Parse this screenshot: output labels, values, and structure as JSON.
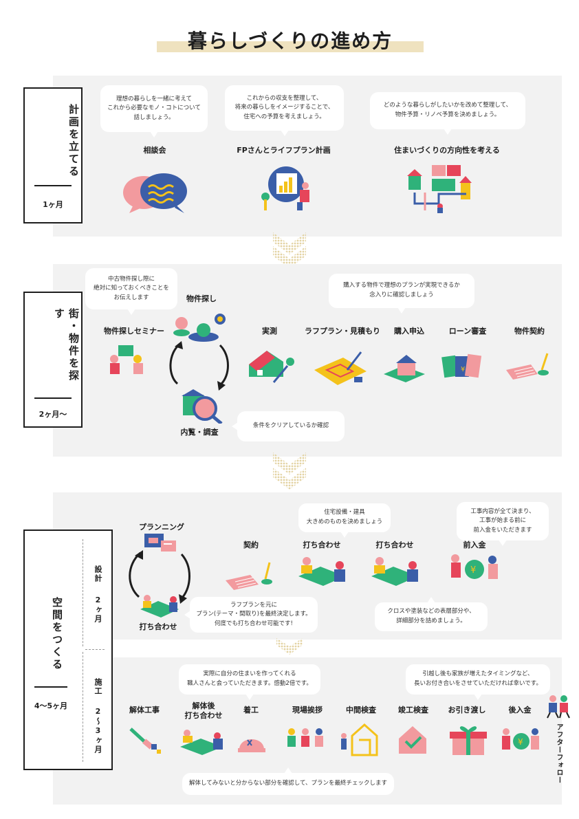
{
  "title": "暮らしづくりの進め方",
  "stages": {
    "plan": {
      "name": "計画を立てる",
      "duration": "1ヶ月",
      "steps": [
        {
          "label": "相談会",
          "bubble": "理想の暮らしを一緒に考えて\nこれから必要なモノ・コトについて\n話しましょう。"
        },
        {
          "label": "FPさんとライフプラン計画",
          "bubble": "これからの収支を整理して、\n将来の暮らしをイメージすることで、\n住宅への予算を考えましょう。"
        },
        {
          "label": "住まいづくりの方向性を考える",
          "bubble": "どのような暮らしがしたいかを改めて整理して、\n物件予算・リノベ予算を決めましょう。"
        }
      ]
    },
    "search": {
      "name": "街・物件を探す",
      "duration": "2ヶ月〜",
      "steps": [
        {
          "label": "物件探しセミナー",
          "bubble": "中古物件探し際に\n絶対に知っておくべきことを\nお伝えします"
        },
        {
          "label": "物件探し"
        },
        {
          "label": "内覧・調査",
          "bubble": "条件をクリアしているか確認"
        },
        {
          "label": "実測"
        },
        {
          "label": "ラフプラン・見積もり",
          "bubble": "購入する物件で理想のプランが実現できるか\n念入りに確認しましょう"
        },
        {
          "label": "購入申込"
        },
        {
          "label": "ローン審査"
        },
        {
          "label": "物件契約"
        }
      ]
    },
    "build": {
      "name": "空間をつくる",
      "duration": "4〜5ヶ月",
      "design": {
        "name": "設計",
        "duration": "2ヶ月",
        "steps": [
          {
            "label": "プランニング"
          },
          {
            "label": "打ち合わせ",
            "bubble": "ラフプランを元に\nプラン(テーマ・間取り)を最終決定します。\n何度でも打ち合わせ可能です!"
          },
          {
            "label": "契約"
          },
          {
            "label": "打ち合わせ",
            "bubble": "住宅設備・建具\n大きめのものを決めましょう"
          },
          {
            "label": "打ち合わせ",
            "bubble": "クロスや塗装などの表層部分や、\n詳細部分を詰めましょう。"
          },
          {
            "label": "前入金",
            "bubble": "工事内容が全て決まり、\n工事が始まる前に\n前入金をいただきます"
          }
        ]
      },
      "construction": {
        "name": "施工",
        "duration": "2〜3ヶ月",
        "steps": [
          {
            "label": "解体工事"
          },
          {
            "label": "解体後\n打ち合わせ",
            "bubble": "解体してみないと分からない部分を確認して、プランを最終チェックします"
          },
          {
            "label": "着工"
          },
          {
            "label": "現場挨拶",
            "bubble": "実際に自分の住まいを作ってくれる\n職人さんと会っていただきます。感動2倍です。"
          },
          {
            "label": "中間検査"
          },
          {
            "label": "竣工検査"
          },
          {
            "label": "お引き渡し"
          },
          {
            "label": "後入金",
            "bubble": "引越し後も家族が増えたタイミングなど、\n長いお付き合いをさせていただければ幸いです。"
          }
        ]
      }
    }
  },
  "after_follow": "アフターフォロー",
  "colors": {
    "panel": "#f2f2f2",
    "title_band": "#efe2bf",
    "chevron": "#e9ddb8",
    "pink": "#f29a9e",
    "green": "#2fb27a",
    "yellow": "#f4c21b",
    "blue": "#3b5ea8",
    "red": "#e6455a"
  }
}
